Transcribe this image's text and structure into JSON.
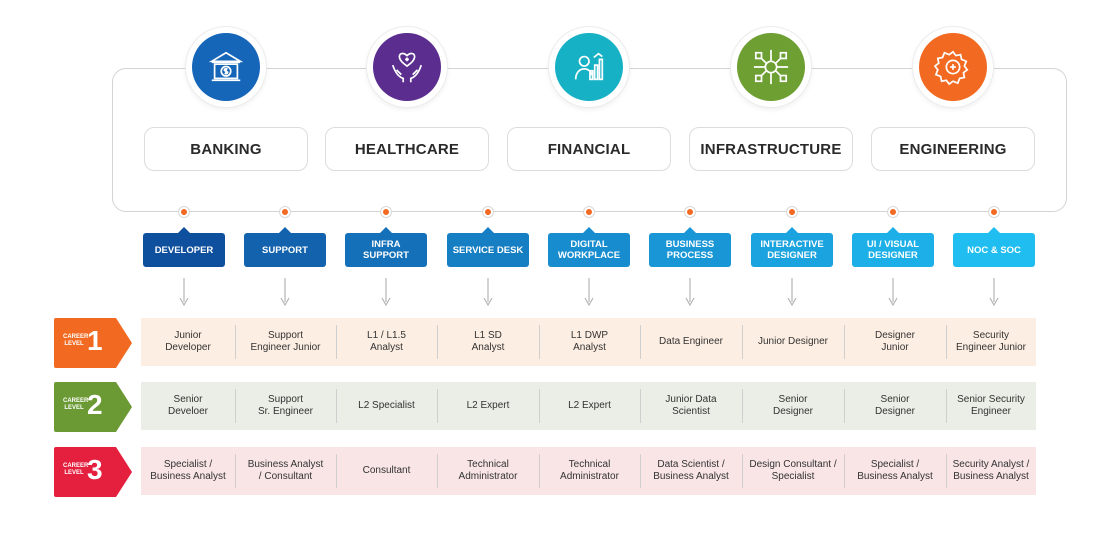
{
  "industries": [
    {
      "label": "BANKING",
      "icon": "bank-icon",
      "color": "#1565b8"
    },
    {
      "label": "HEALTHCARE",
      "icon": "healthcare-icon",
      "color": "#5a2d8e"
    },
    {
      "label": "FINANCIAL",
      "icon": "financial-icon",
      "color": "#17b1c6"
    },
    {
      "label": "INFRASTRUCTURE",
      "icon": "network-icon",
      "color": "#6d9f33"
    },
    {
      "label": "ENGINEERING",
      "icon": "gear-icon",
      "color": "#f26a21"
    }
  ],
  "roles": [
    {
      "line1": "DEVELOPER",
      "line2": "",
      "color": "#0e4f9e"
    },
    {
      "line1": "SUPPORT",
      "line2": "",
      "color": "#1262ad"
    },
    {
      "line1": "INFRA SUPPORT",
      "line2": "",
      "color": "#1470b8"
    },
    {
      "line1": "SERVICE DESK",
      "line2": "",
      "color": "#167fc4"
    },
    {
      "line1": "DIGITAL",
      "line2": "WORKPLACE",
      "color": "#178ccf"
    },
    {
      "line1": "BUSINESS",
      "line2": "PROCESS",
      "color": "#1996d6"
    },
    {
      "line1": "INTERACTIVE",
      "line2": "DESIGNER",
      "color": "#1ba3df"
    },
    {
      "line1": "UI / VISUAL",
      "line2": "DESIGNER",
      "color": "#1db0e8"
    },
    {
      "line1": "NOC & SOC",
      "line2": "",
      "color": "#1fbdf0"
    }
  ],
  "career_levels": [
    {
      "tag_text": "CAREER LEVEL",
      "number": "1",
      "tag_color": "#f26a21",
      "row_color": "#fdeee3",
      "cells": [
        [
          "Junior",
          "Developer"
        ],
        [
          "Support",
          "Engineer Junior"
        ],
        [
          "L1 / L1.5",
          "Analyst"
        ],
        [
          "L1 SD",
          "Analyst"
        ],
        [
          "L1 DWP",
          "Analyst"
        ],
        [
          "Data Engineer",
          ""
        ],
        [
          "Junior Designer",
          ""
        ],
        [
          "Designer",
          "Junior"
        ],
        [
          "Security",
          "Engineer Junior"
        ]
      ]
    },
    {
      "tag_text": "CAREER LEVEL",
      "number": "2",
      "tag_color": "#6b9a35",
      "row_color": "#ebeee6",
      "cells": [
        [
          "Senior",
          "Develoer"
        ],
        [
          "Support",
          "Sr. Engineer"
        ],
        [
          "L2 Specialist",
          ""
        ],
        [
          "L2 Expert",
          ""
        ],
        [
          "L2 Expert",
          ""
        ],
        [
          "Junior Data",
          "Scientist"
        ],
        [
          "Senior",
          "Designer"
        ],
        [
          "Senior",
          "Designer"
        ],
        [
          "Senior Security",
          "Engineer"
        ]
      ]
    },
    {
      "tag_text": "CAREER LEVEL",
      "number": "3",
      "tag_color": "#e5203f",
      "row_color": "#f9e5e6",
      "cells": [
        [
          "Specialist /",
          "Business Analyst"
        ],
        [
          "Business Analyst",
          "/ Consultant"
        ],
        [
          "Consultant",
          ""
        ],
        [
          "Technical",
          "Administrator"
        ],
        [
          "Technical",
          "Administrator"
        ],
        [
          "Data Scientist /",
          "Business Analyst"
        ],
        [
          "Design Consultant /",
          "Specialist"
        ],
        [
          "Specialist /",
          "Business Analyst"
        ],
        [
          "Security Analyst /",
          "Business Analyst"
        ]
      ]
    }
  ]
}
